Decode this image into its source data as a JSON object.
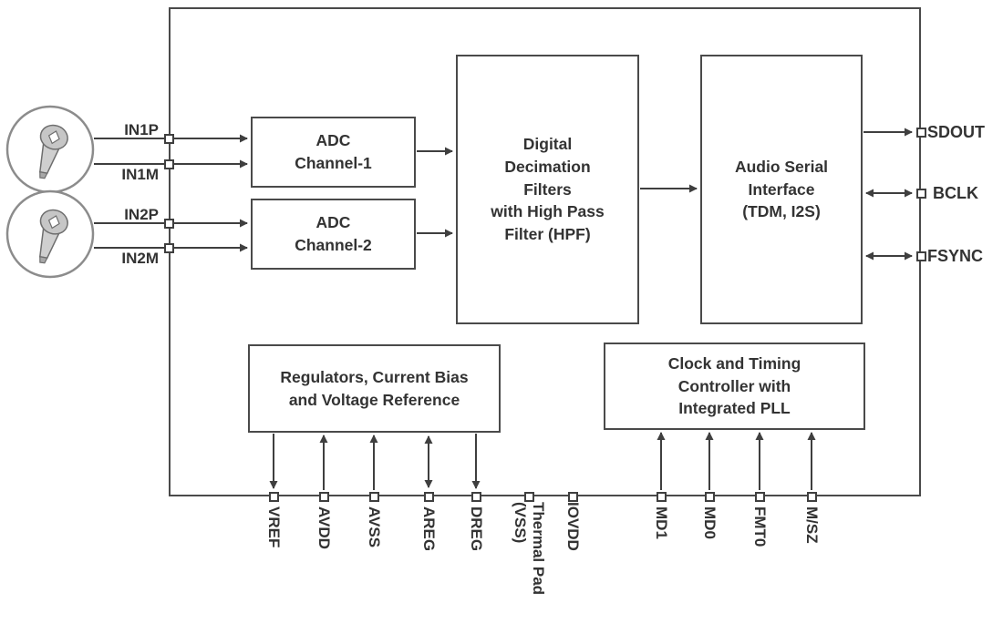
{
  "blocks": {
    "adc1": [
      "ADC",
      "Channel-1"
    ],
    "adc2": [
      "ADC",
      "Channel-2"
    ],
    "ddf": [
      "Digital",
      "Decimation",
      "Filters",
      "with High Pass",
      "Filter (HPF)"
    ],
    "asi": [
      "Audio Serial",
      "Interface",
      "(TDM, I2S)"
    ],
    "reg": [
      "Regulators, Current Bias",
      "and Voltage Reference"
    ],
    "clk": [
      "Clock and Timing",
      "Controller with",
      "Integrated PLL"
    ]
  },
  "left_pins": {
    "in1p": "IN1P",
    "in1m": "IN1M",
    "in2p": "IN2P",
    "in2m": "IN2M"
  },
  "right_pins": {
    "sdout": "SDOUT",
    "bclk": "BCLK",
    "fsync": "FSYNC"
  },
  "bottom_pins": {
    "vref": "VREF",
    "avdd": "AVDD",
    "avss": "AVSS",
    "areg": "AREG",
    "dreg": "DREG",
    "tpad": "Thermal Pad\n(VSS)",
    "iovdd": "IOVDD",
    "md1": "MD1",
    "md0": "MD0",
    "fmt0": "FMT0",
    "msz": "M/SZ"
  },
  "icons": {
    "mic": "microphone-icon"
  },
  "colors": {
    "line": "#3f3f3f",
    "text": "#333333",
    "mic_fill": "#c6c6c6"
  }
}
